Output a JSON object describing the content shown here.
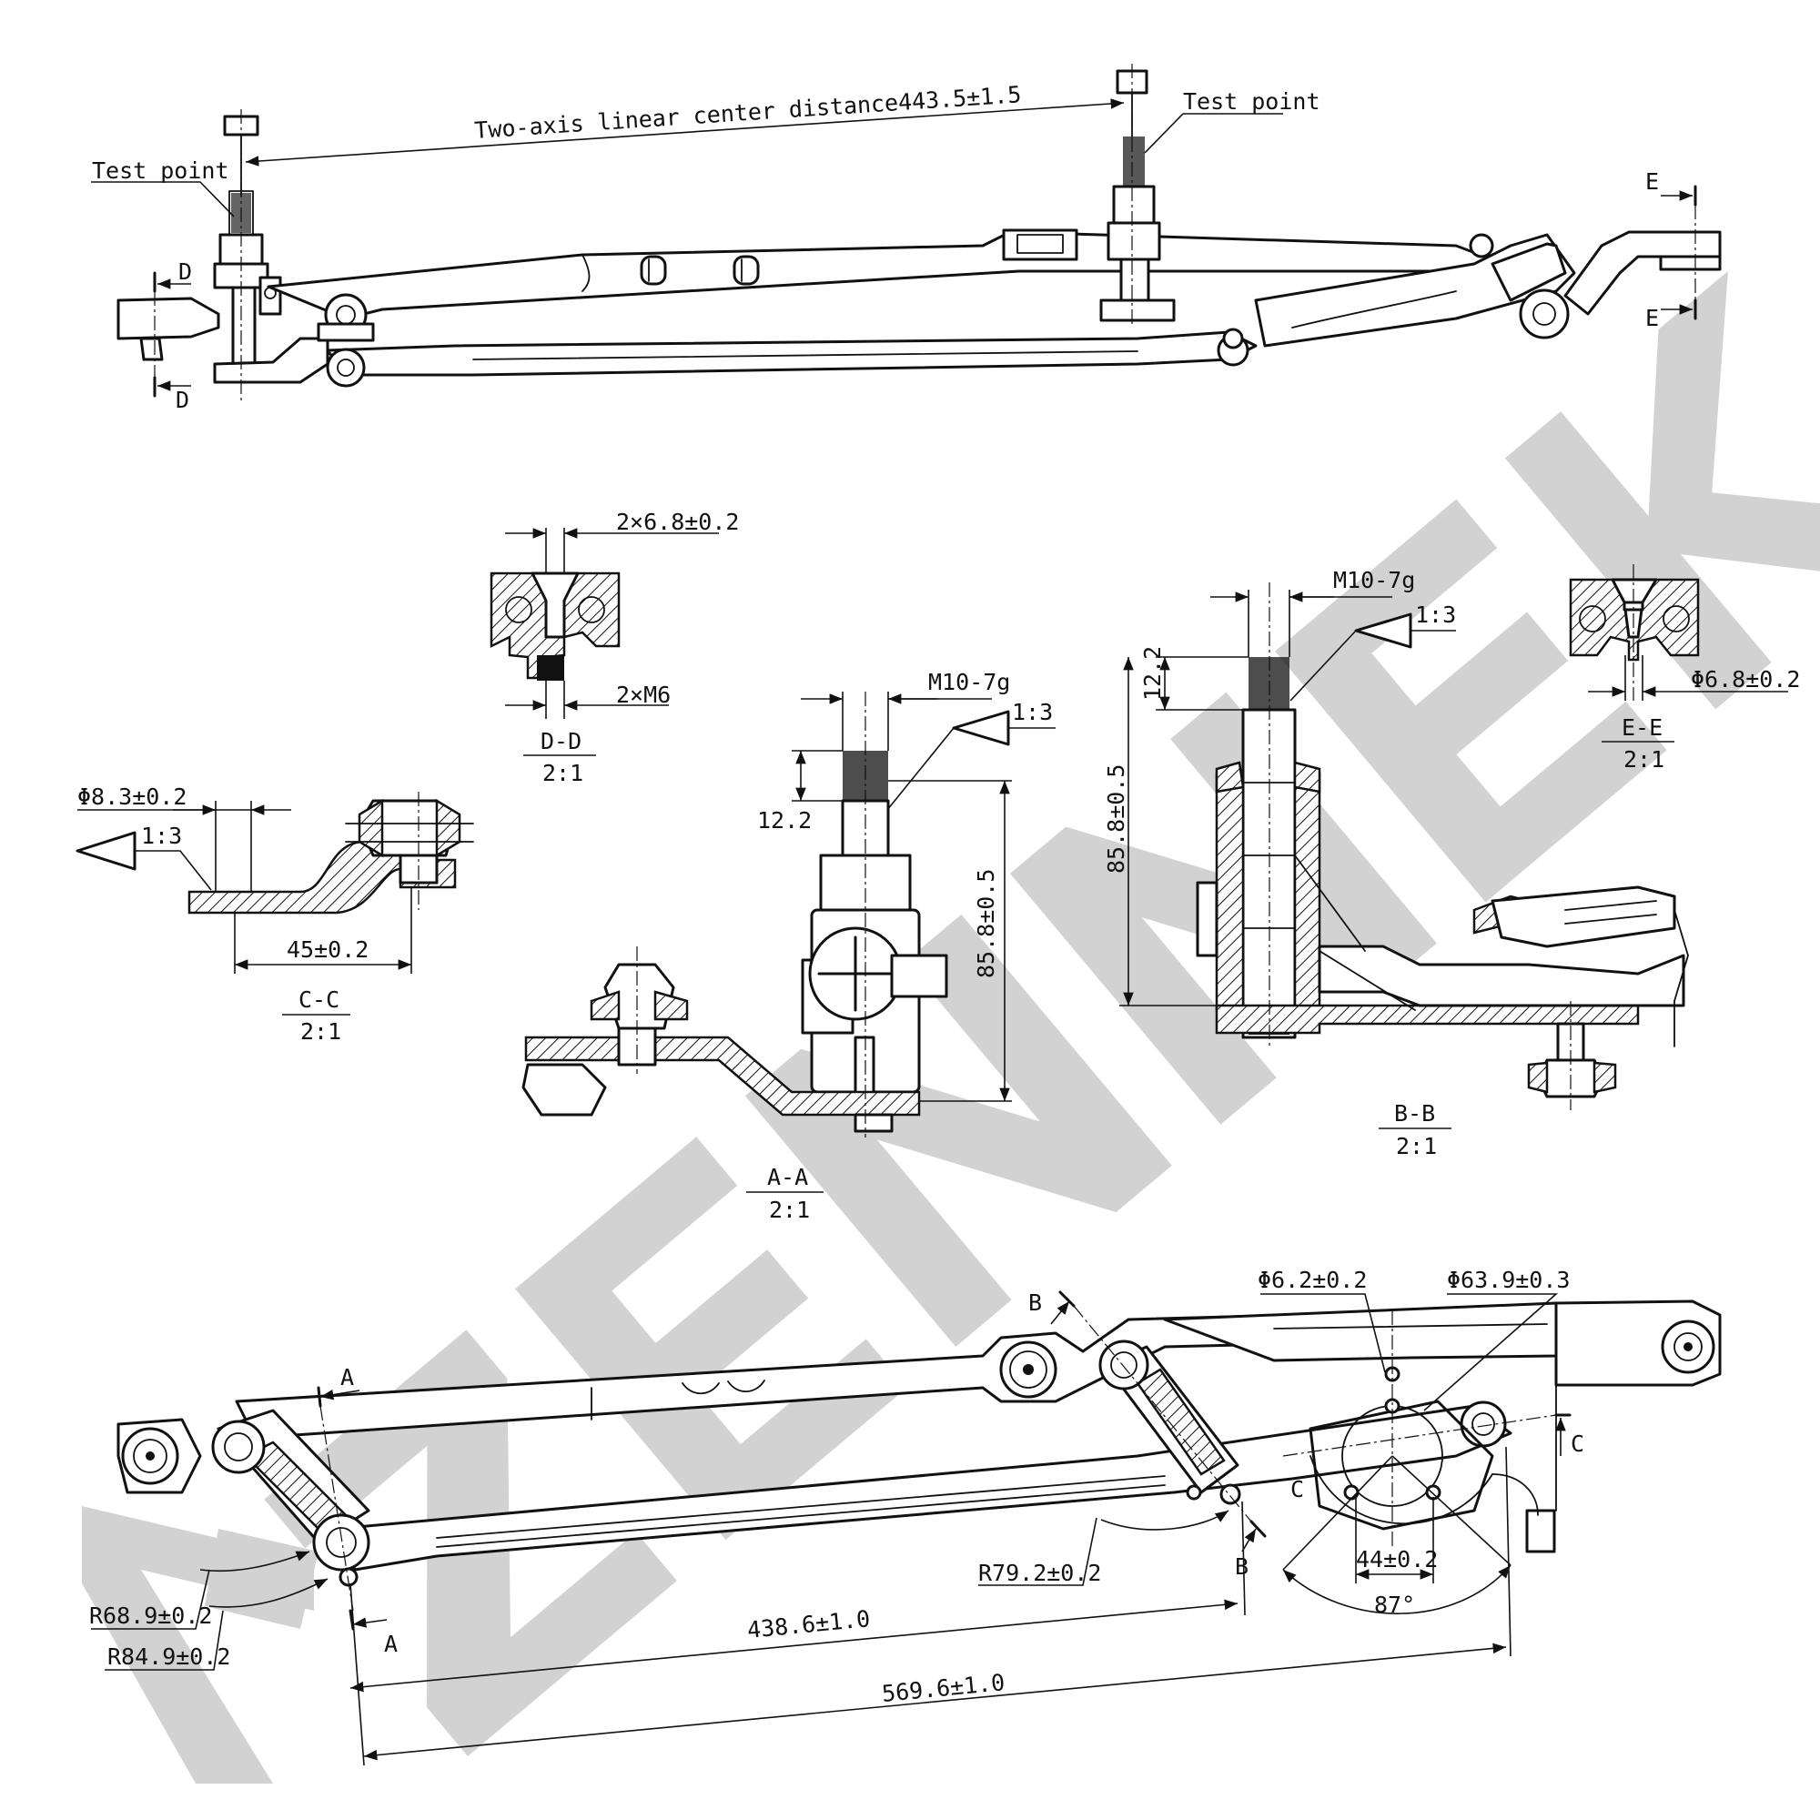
{
  "watermark": {
    "text": "ZENNEK",
    "color": "#d2d2d2"
  },
  "top_view": {
    "test_point_left": "Test point",
    "test_point_right": "Test point",
    "center_distance": "Two-axis linear center distance443.5±1.5",
    "section_d": "D",
    "section_e": "E"
  },
  "section_dd": {
    "dim_top": "2×6.8±0.2",
    "dim_bottom": "2×M6",
    "title": "D-D",
    "scale": "2:1"
  },
  "section_cc": {
    "diameter": "Φ8.3±0.2",
    "taper": "1:3",
    "length": "45±0.2",
    "title": "C-C",
    "scale": "2:1"
  },
  "section_aa": {
    "thread": "M10-7g",
    "taper": "1:3",
    "thread_len": "12.2",
    "height": "85.8±0.5",
    "title": "A-A",
    "scale": "2:1"
  },
  "section_bb": {
    "thread": "M10-7g",
    "taper": "1:3",
    "thread_len": "12.2",
    "height": "85.8±0.5",
    "title": "B-B",
    "scale": "2:1"
  },
  "section_ee": {
    "diameter": "Φ6.8±0.2",
    "title": "E-E",
    "scale": "2:1"
  },
  "main_view": {
    "hole_dia": "Φ6.2±0.2",
    "pitch_dia": "Φ63.9±0.3",
    "radius_r68": "R68.9±0.2",
    "radius_r84": "R84.9±0.2",
    "radius_r79": "R79.2±0.2",
    "span_438": "438.6±1.0",
    "span_569": "569.6±1.0",
    "bolt_spacing": "44±0.2",
    "angle": "87°",
    "label_a": "A",
    "label_b": "B",
    "label_c": "C"
  }
}
